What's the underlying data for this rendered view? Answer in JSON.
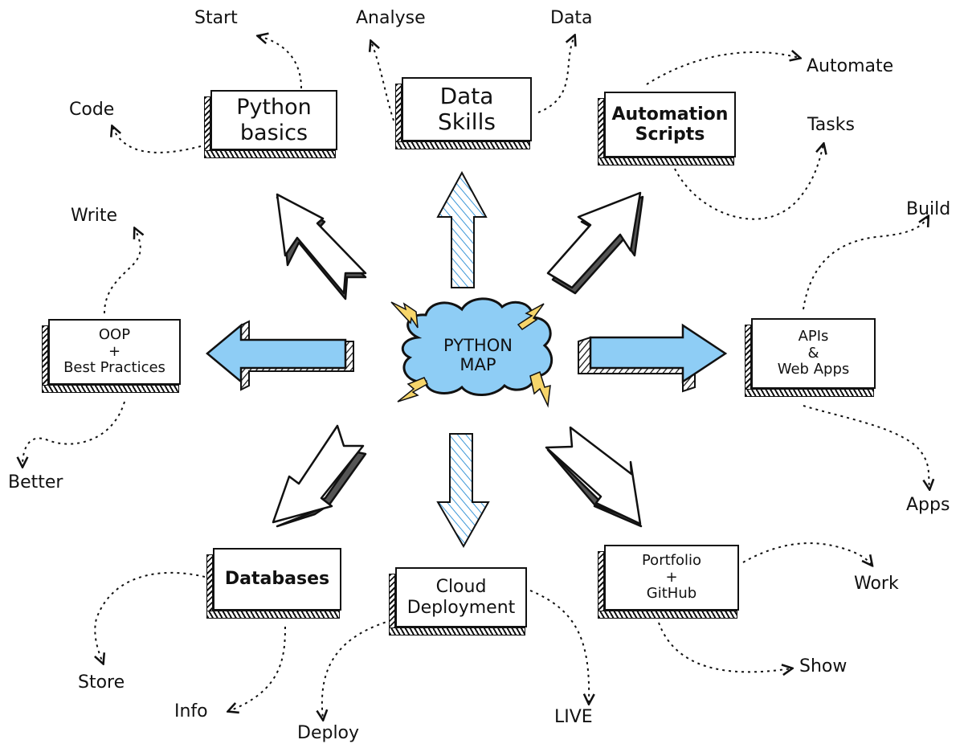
{
  "center": {
    "line1": "PYTHON",
    "line2": "MAP",
    "cloud_color": "#8ecdf5",
    "bolt_color": "#f6d56a"
  },
  "nodes": {
    "python_basics": {
      "lines": [
        "Python",
        "basics"
      ],
      "leaves": [
        "Start",
        "Code"
      ]
    },
    "data_skills": {
      "lines": [
        "Data",
        "Skills"
      ],
      "leaves": [
        "Analyse",
        "Data"
      ]
    },
    "automation": {
      "lines": [
        "Automation",
        "Scripts"
      ],
      "leaves": [
        "Automate",
        "Tasks"
      ]
    },
    "apis": {
      "lines": [
        "APIs",
        "&",
        "Web Apps"
      ],
      "leaves": [
        "Build",
        "Apps"
      ]
    },
    "portfolio": {
      "lines": [
        "Portfolio",
        "+",
        "GitHub"
      ],
      "leaves": [
        "Work",
        "Show"
      ]
    },
    "cloud": {
      "lines": [
        "Cloud",
        "Deployment"
      ],
      "leaves": [
        "Deploy",
        "LIVE"
      ]
    },
    "databases": {
      "lines": [
        "Databases"
      ],
      "leaves": [
        "Store",
        "Info"
      ]
    },
    "oop": {
      "lines": [
        "OOP",
        "+",
        "Best Practices"
      ],
      "leaves": [
        "Write",
        "Better"
      ]
    }
  },
  "colors": {
    "arrow_blue": "#8ecdf5",
    "hatch_blue": "#3a96d8",
    "ink": "#111111",
    "shadow_gray": "#666666"
  }
}
